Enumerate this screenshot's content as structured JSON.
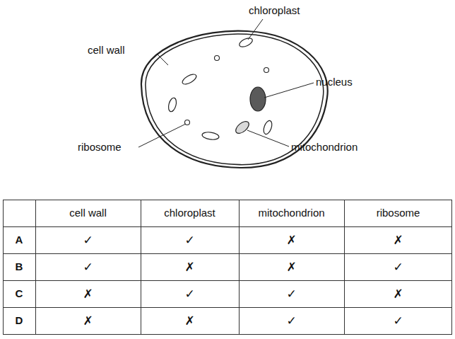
{
  "diagram": {
    "labels": [
      "chloroplast",
      "cell wall",
      "nucleus",
      "ribosome",
      "mitochondrion",
      "cell wall",
      "chloroplast",
      "mitochondrion",
      "ribosome",
      "A",
      "✓",
      "✓",
      "✗",
      "✗",
      "B",
      "✓",
      "✗",
      "✗",
      "✓",
      "C",
      "✗",
      "✓",
      "✓",
      "✗",
      "D",
      "✗",
      "✗",
      "✓",
      "✓"
    ]
  }
}
